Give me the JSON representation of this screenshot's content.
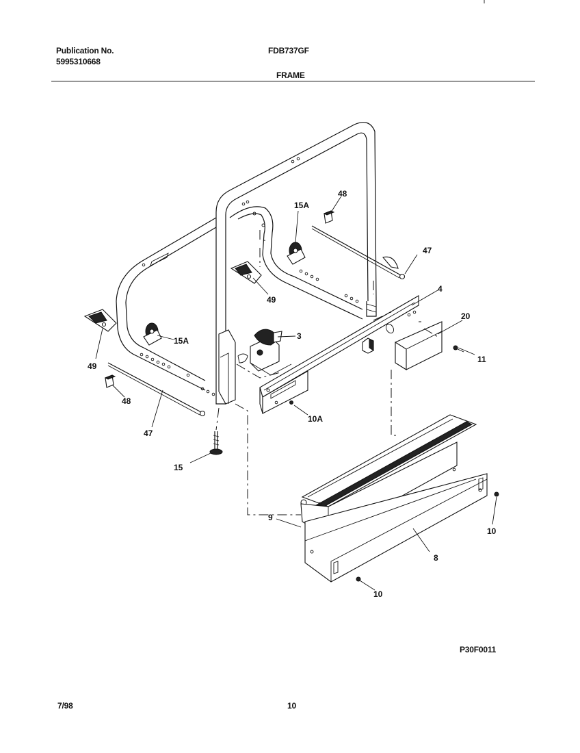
{
  "header": {
    "publication_label": "Publication No.",
    "publication_number": "5995310668",
    "model": "FDB737GF",
    "section": "FRAME"
  },
  "callouts": {
    "c3": "3",
    "c4": "4",
    "c8": "8",
    "c9": "9",
    "c10a": "10",
    "c10b": "10",
    "c10A": "10A",
    "c11": "11",
    "c15": "15",
    "c15A_left": "15A",
    "c15A_right": "15A",
    "c20": "20",
    "c47_left": "47",
    "c47_right": "47",
    "c48_left": "48",
    "c48_right": "48",
    "c49_left": "49",
    "c49_mid": "49"
  },
  "figure_code": "P30F0011",
  "footer": {
    "date": "7/98",
    "page": "10"
  }
}
